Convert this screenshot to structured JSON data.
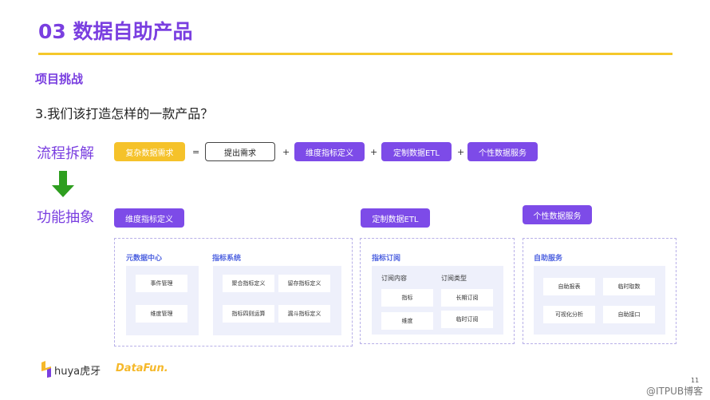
{
  "title": "03 数据自助产品",
  "subtitle": "项目挑战",
  "question": "3.我们该打造怎样的一款产品？",
  "flow": {
    "label": "流程拆解",
    "items": [
      "复杂数据需求",
      "提出需求",
      "维度指标定义",
      "定制数据ETL",
      "个性数据服务"
    ],
    "ops": [
      "=",
      "+",
      "+",
      "+"
    ]
  },
  "abstract": {
    "label": "功能抽象",
    "groups": [
      {
        "header": "维度指标定义",
        "sections": [
          {
            "title": "元数据中心",
            "items": [
              "事件管理",
              "维度管理"
            ]
          },
          {
            "title": "指标系统",
            "items": [
              "聚合指标定义",
              "留存指标定义",
              "指标四则运算",
              "漏斗指标定义"
            ]
          }
        ]
      },
      {
        "header": "定制数据ETL",
        "title": "指标订阅",
        "col_headers": [
          "订阅内容",
          "订阅类型"
        ],
        "items": [
          "指标",
          "长期订阅",
          "维度",
          "临时订阅"
        ]
      },
      {
        "header": "个性数据服务",
        "title": "自助服务",
        "items": [
          "自助报表",
          "临时取数",
          "可视化分析",
          "自助接口"
        ]
      }
    ]
  },
  "footer": {
    "logo1": "huya虎牙",
    "logo2": "DataFun.",
    "page": "11",
    "watermark": "@ITPUB博客"
  },
  "colors": {
    "purple": "#7a3fe0",
    "yellow": "#f5c22a",
    "green": "#2e9e1f"
  }
}
